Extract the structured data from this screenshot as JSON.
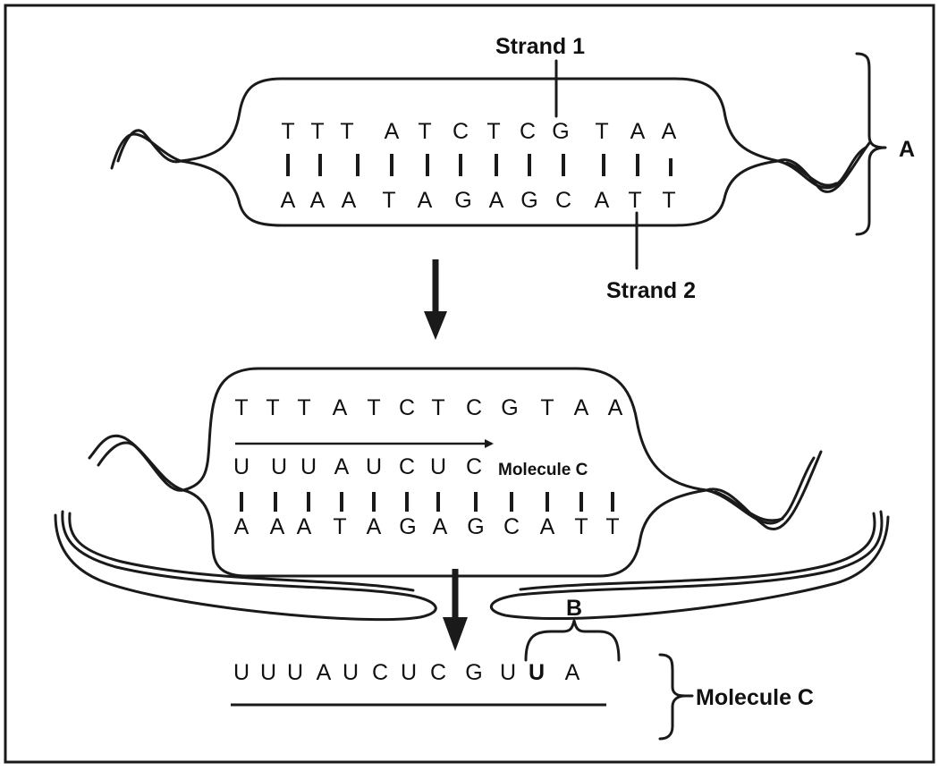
{
  "diagram": {
    "top": {
      "strand1_label": "Strand 1",
      "strand2_label": "Strand 2",
      "bracket_label": "A",
      "strand1": [
        "T",
        "T",
        "T",
        "A",
        "T",
        "C",
        "T",
        "C",
        "G",
        "T",
        "A",
        "A"
      ],
      "strand2": [
        "A",
        "A",
        "A",
        "T",
        "A",
        "G",
        "A",
        "G",
        "C",
        "A",
        "T",
        "T"
      ]
    },
    "middle": {
      "template_top": [
        "T",
        "T",
        "T",
        "A",
        "T",
        "C",
        "T",
        "C",
        "G",
        "T",
        "A",
        "A"
      ],
      "rna": [
        "U",
        "U",
        "U",
        "A",
        "U",
        "C",
        "U",
        "C"
      ],
      "rna_label": "Molecule C",
      "template_bottom": [
        "A",
        "A",
        "A",
        "T",
        "A",
        "G",
        "A",
        "G",
        "C",
        "A",
        "T",
        "T"
      ]
    },
    "bottom": {
      "molecule": [
        "U",
        "U",
        "U",
        "A",
        "U",
        "C",
        "U",
        "C",
        "G",
        "U",
        "U",
        "A"
      ],
      "codon_label": "B",
      "molecule_label": "Molecule C"
    }
  }
}
